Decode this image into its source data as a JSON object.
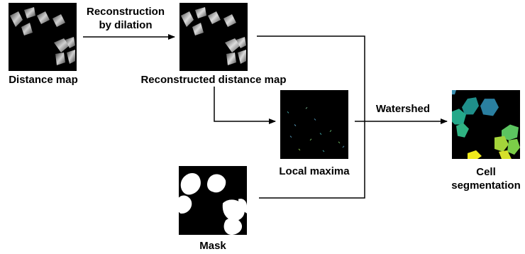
{
  "labels": {
    "distance_map": "Distance map",
    "reconstruction_line1": "Reconstruction",
    "reconstruction_line2": "by dilation",
    "reconstructed_distance_map": "Reconstructed distance map",
    "local_maxima": "Local maxima",
    "watershed": "Watershed",
    "cell_line1": "Cell",
    "cell_line2": "segmentation",
    "mask": "Mask"
  },
  "colors": {
    "background": "#ffffff",
    "panel_background": "#000000",
    "arrow": "#000000",
    "mask_foreground": "#ffffff",
    "segmentation_palette": [
      "#3a8fb0",
      "#1f8f8a",
      "#24a98a",
      "#5cc460",
      "#a4d43a",
      "#d6e02a",
      "#f0ea1c"
    ]
  }
}
